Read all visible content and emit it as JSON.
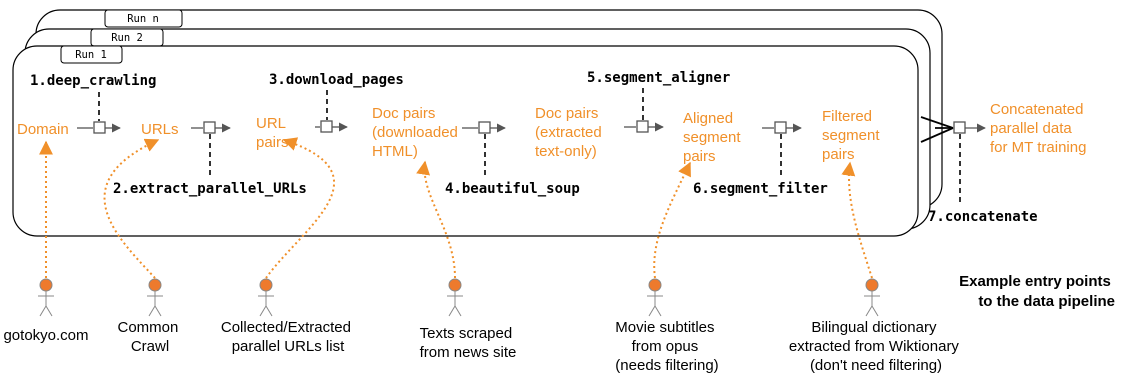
{
  "runs": [
    "Run n",
    "Run 2",
    "Run 1"
  ],
  "steps": [
    {
      "label": "1.deep_crawling"
    },
    {
      "label": "2.extract_parallel_URLs"
    },
    {
      "label": "3.download_pages"
    },
    {
      "label": "4.beautiful_soup"
    },
    {
      "label": "5.segment_aligner"
    },
    {
      "label": "6.segment_filter"
    },
    {
      "label": "7.concatenate"
    }
  ],
  "data_nodes": [
    {
      "lines": [
        "Domain"
      ]
    },
    {
      "lines": [
        "URLs"
      ]
    },
    {
      "lines": [
        "URL",
        "pairs"
      ]
    },
    {
      "lines": [
        "Doc pairs",
        "(downloaded",
        "HTML)"
      ]
    },
    {
      "lines": [
        "Doc pairs",
        "(extracted",
        "text-only)"
      ]
    },
    {
      "lines": [
        "Aligned",
        "segment",
        "pairs"
      ]
    },
    {
      "lines": [
        "Filtered",
        "segment",
        "pairs"
      ]
    },
    {
      "lines": [
        "Concatenated",
        "parallel data",
        "for MT training"
      ]
    }
  ],
  "actors": [
    {
      "lines": [
        "gotokyo.com"
      ]
    },
    {
      "lines": [
        "Common",
        "Crawl"
      ]
    },
    {
      "lines": [
        "Collected/Extracted",
        "parallel URLs list"
      ]
    },
    {
      "lines": [
        "Texts scraped",
        "from news site"
      ]
    },
    {
      "lines": [
        "Movie subtitles",
        "from opus",
        "(needs filtering)"
      ]
    },
    {
      "lines": [
        "Bilingual dictionary",
        "extracted from Wiktionary",
        "(don't need filtering)"
      ]
    }
  ],
  "note": {
    "lines": [
      "Example entry points",
      "to the data pipeline"
    ]
  },
  "colors": {
    "accent": "#f0902a",
    "actor_fill": "#ee7a2d",
    "line": "#000000",
    "arrow": "#555555"
  }
}
